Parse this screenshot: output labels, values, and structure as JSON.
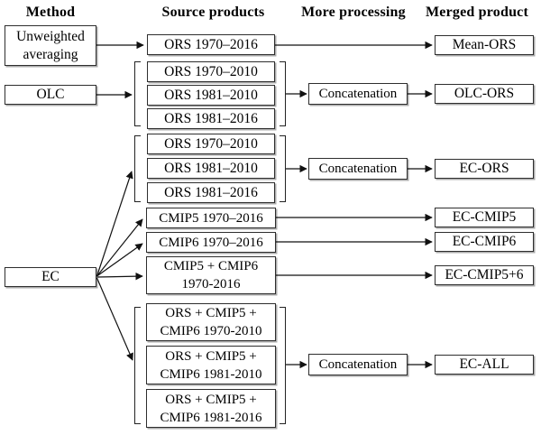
{
  "headers": {
    "method": "Method",
    "source": "Source products",
    "processing": "More processing",
    "merged": "Merged product"
  },
  "methods": [
    {
      "label": "Unweighted\naveraging"
    },
    {
      "label": "OLC"
    },
    {
      "label": "EC"
    }
  ],
  "source_products": [
    {
      "label": "ORS 1970–2016"
    },
    {
      "label": "ORS 1970–2010"
    },
    {
      "label": "ORS 1981–2010"
    },
    {
      "label": "ORS 1981–2016"
    },
    {
      "label": "ORS 1970–2010"
    },
    {
      "label": "ORS 1981–2010"
    },
    {
      "label": "ORS 1981–2016"
    },
    {
      "label": "CMIP5 1970–2016"
    },
    {
      "label": "CMIP6 1970–2016"
    },
    {
      "label": "CMIP5 + CMIP6\n1970-2016"
    },
    {
      "label": "ORS + CMIP5 +\nCMIP6 1970-2010"
    },
    {
      "label": "ORS + CMIP5 +\nCMIP6 1981-2010"
    },
    {
      "label": "ORS + CMIP5 +\nCMIP6 1981-2016"
    }
  ],
  "processing_steps": [
    {
      "label": "Concatenation"
    },
    {
      "label": "Concatenation"
    },
    {
      "label": "Concatenation"
    }
  ],
  "merged_products": [
    {
      "label": "Mean-ORS"
    },
    {
      "label": "OLC-ORS"
    },
    {
      "label": "EC-ORS"
    },
    {
      "label": "EC-CMIP5"
    },
    {
      "label": "EC-CMIP6"
    },
    {
      "label": "EC-CMIP5+6"
    },
    {
      "label": "EC-ALL"
    }
  ],
  "colors": {
    "background": "#ffffff",
    "box_border": "#2e2e2e",
    "box_shadow": "#aaaaaa",
    "line": "#111111",
    "text": "#000000"
  }
}
